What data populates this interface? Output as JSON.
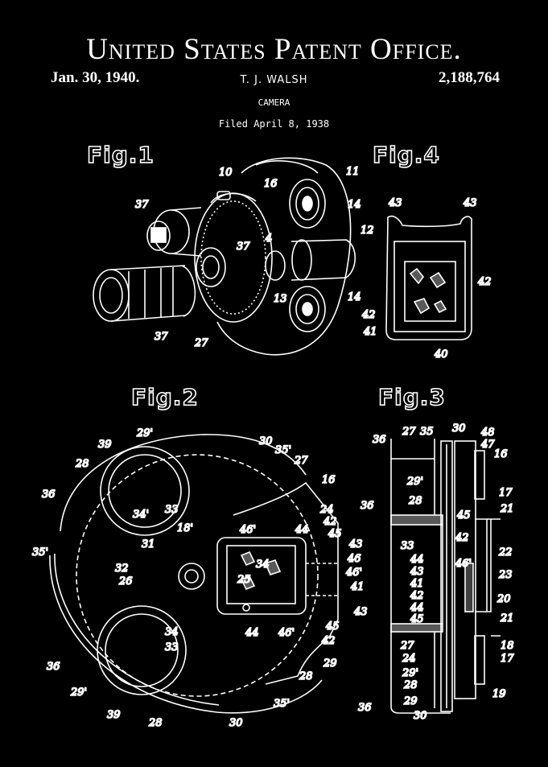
{
  "header": {
    "office": "United States Patent Office.",
    "date": "Jan. 30, 1940.",
    "number": "2,188,764",
    "inventor": "T. J. WALSH",
    "subject": "CAMERA",
    "filed": "Filed April 8, 1938"
  },
  "figures": {
    "fig1": "Fig.1",
    "fig2": "Fig.2",
    "fig3": "Fig.3",
    "fig4": "Fig.4"
  },
  "labels": {
    "fig1": [
      "10",
      "16",
      "11",
      "37",
      "14",
      "37",
      "12",
      "4",
      "13",
      "14",
      "37",
      "27"
    ],
    "fig4": [
      "43",
      "43",
      "42",
      "42",
      "41",
      "40"
    ],
    "fig2": [
      "29'",
      "30",
      "39",
      "35'",
      "28",
      "27",
      "36",
      "16",
      "34'",
      "33",
      "18'",
      "46'",
      "44",
      "24",
      "42",
      "45",
      "31",
      "43",
      "46",
      "32",
      "34",
      "46'",
      "26",
      "25",
      "41",
      "35'",
      "43",
      "44",
      "46'",
      "45",
      "34",
      "42",
      "33",
      "29",
      "36",
      "28",
      "29'",
      "35'",
      "39",
      "28",
      "30"
    ],
    "fig3": [
      "27",
      "35",
      "30",
      "48",
      "36",
      "47",
      "16",
      "29'",
      "17",
      "28",
      "36",
      "21",
      "45",
      "33",
      "42",
      "22",
      "44",
      "46'",
      "43",
      "23",
      "41",
      "42",
      "20",
      "44",
      "45",
      "21",
      "27",
      "18",
      "24",
      "17",
      "29'",
      "28",
      "19",
      "36",
      "29",
      "30"
    ]
  }
}
